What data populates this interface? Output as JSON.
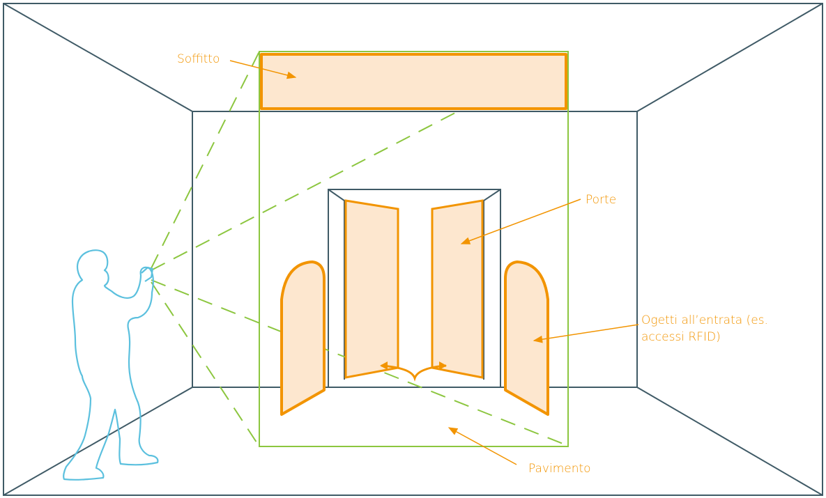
{
  "labels": {
    "ceiling": "Soffitto",
    "doors": "Porte",
    "entrance_objects_line1": "Ogetti all’entrata (es.",
    "entrance_objects_line2": "accessi RFID)",
    "floor": "Pavimento"
  },
  "colors": {
    "label": "#f29400",
    "object_fill": "#fde7cf",
    "object_stroke": "#f29400",
    "scan_frame": "#8cc63f",
    "room_lines": "#3f5a66",
    "person": "#5bc0de"
  },
  "icons": [
    "person-scanning-icon"
  ]
}
